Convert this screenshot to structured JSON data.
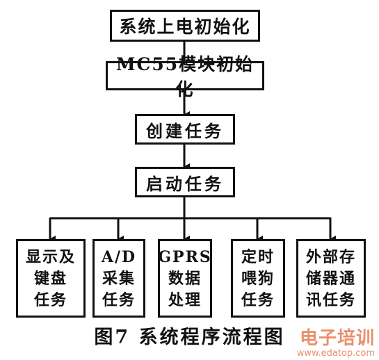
{
  "steps": {
    "power_on_init": "系统上电初始化",
    "mc55_init": "MC55模块初始化",
    "create_tasks": "创建任务",
    "start_tasks": "启动任务"
  },
  "tasks": [
    {
      "label": "显示及\n键盘\n任务"
    },
    {
      "label": "A/D\n采集\n任务"
    },
    {
      "label": "GPRS\n数据\n处理"
    },
    {
      "label": "定时\n喂狗\n任务"
    },
    {
      "label": "外部存\n储器通\n讯任务"
    }
  ],
  "caption": "图7  系统程序流程图",
  "watermark": {
    "title": "电子培训",
    "url": "www.edatop.com"
  },
  "colors": {
    "stroke": "#111111",
    "watermark": "#e36a3a"
  }
}
